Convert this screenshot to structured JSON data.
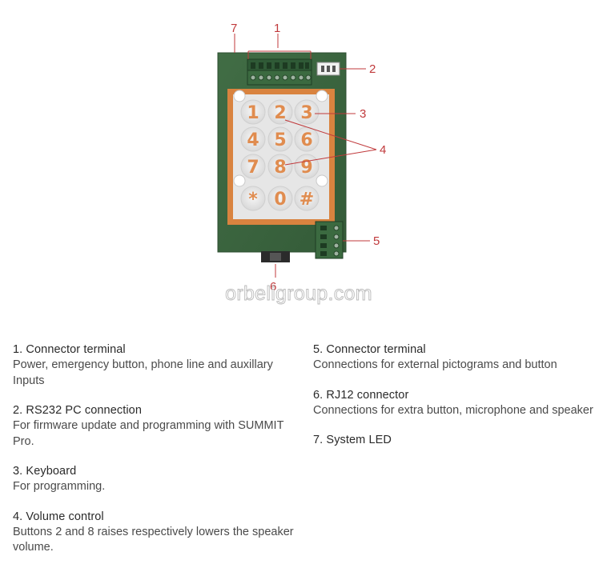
{
  "callouts": [
    {
      "num": "1"
    },
    {
      "num": "2"
    },
    {
      "num": "3"
    },
    {
      "num": "4"
    },
    {
      "num": "5"
    },
    {
      "num": "6"
    },
    {
      "num": "7"
    }
  ],
  "keypad": {
    "keys": [
      "1",
      "2",
      "3",
      "4",
      "5",
      "6",
      "7",
      "8",
      "9",
      "*",
      "0",
      "#"
    ]
  },
  "watermark": "orbeligroup.com",
  "colors": {
    "pcb": "#3c6640",
    "keypad_frame": "#d9833f",
    "callout": "#c0393b",
    "key_text": "#e08c4f"
  },
  "legend": {
    "left": [
      {
        "title": "1. Connector terminal",
        "desc": "Power, emergency button, phone line and auxillary Inputs"
      },
      {
        "title": "2. RS232 PC connection",
        "desc": "For firmware update and programming with SUMMIT Pro."
      },
      {
        "title": "3. Keyboard",
        "desc": "For programming."
      },
      {
        "title": "4. Volume control",
        "desc": "Buttons 2 and 8 raises respectively lowers the speaker volume."
      }
    ],
    "right": [
      {
        "title": "5. Connector terminal",
        "desc": "Connections for external pictograms and button"
      },
      {
        "title": "6. RJ12 connector",
        "desc": "Connections for extra button, microphone and speaker"
      },
      {
        "title": "7. System LED",
        "desc": ""
      }
    ]
  }
}
